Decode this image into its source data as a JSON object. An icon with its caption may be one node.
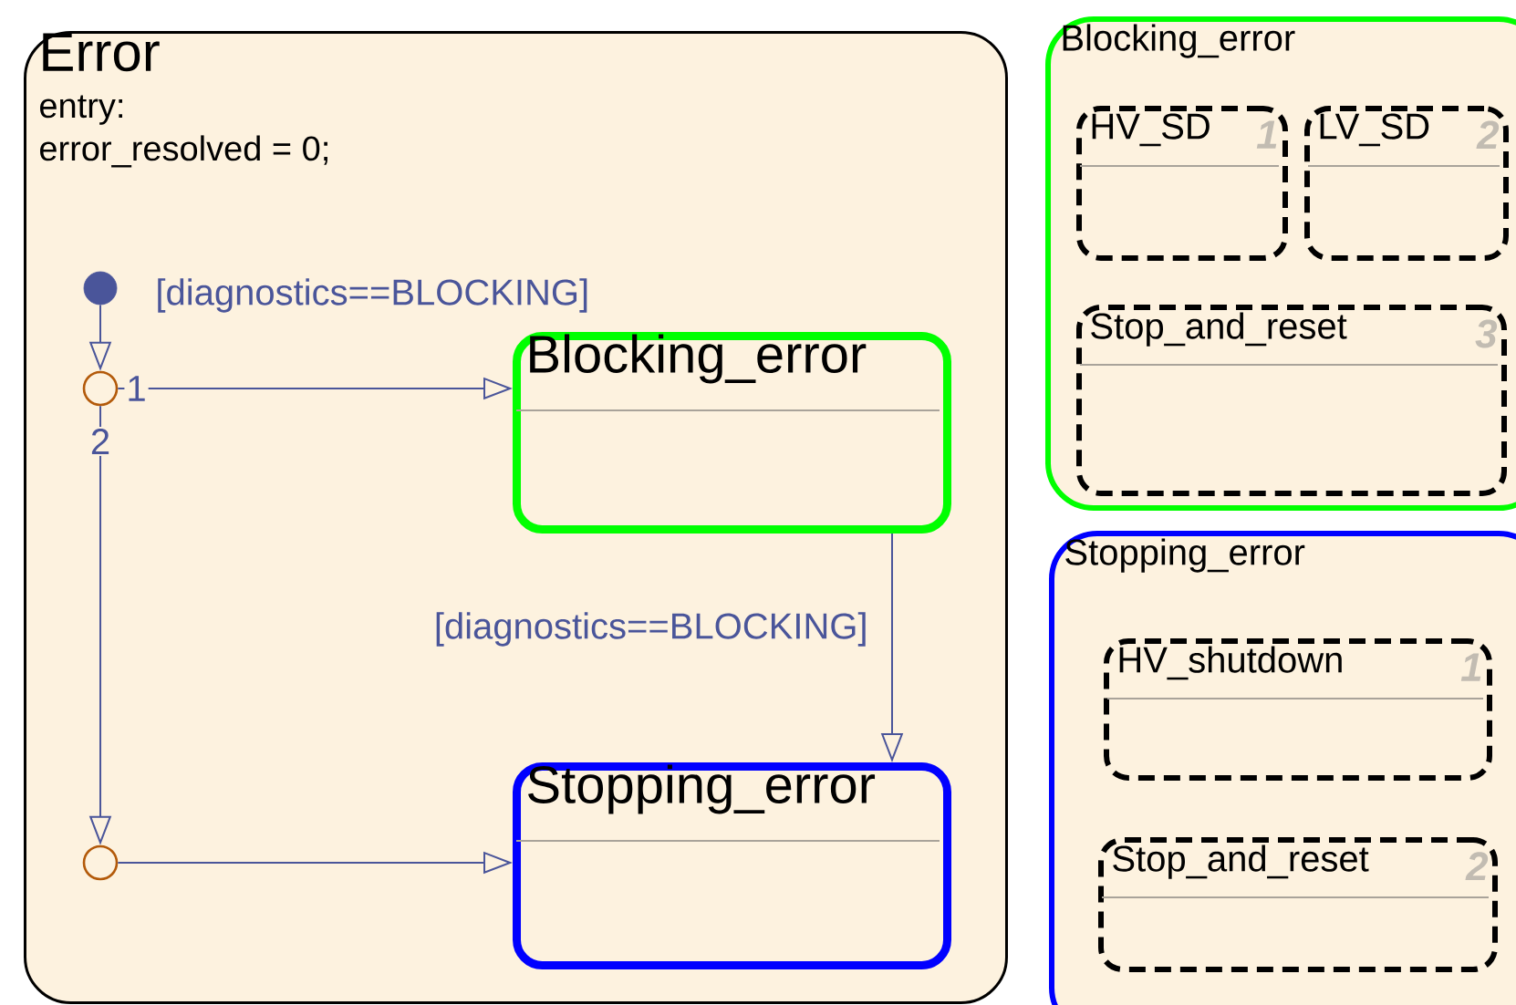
{
  "diagram": {
    "nodes": [
      {
        "text": [
          "Error",
          "entry:",
          "error_resolved = 0;"
        ]
      },
      {
        "text": [],
        "shape": "circle",
        "in": 0
      },
      {
        "text": [],
        "shape": "circle",
        "in": 0
      },
      {
        "text": [
          "Blocking_error"
        ],
        "in": 0
      },
      {
        "text": [],
        "shape": "circle",
        "in": 0
      },
      {
        "text": [
          "Stopping_error"
        ],
        "in": 0
      },
      {
        "text": [
          "Blocking_error"
        ]
      },
      {
        "text": [
          "HV_SD",
          "1"
        ],
        "in": 6
      },
      {
        "text": [
          "LV_SD",
          "2"
        ],
        "in": 6
      },
      {
        "text": [
          "Stop_and_reset",
          "3"
        ],
        "in": 6
      },
      {
        "text": [
          "Stopping_error"
        ]
      },
      {
        "text": [
          "HV_shutdown",
          "1"
        ],
        "in": 10
      },
      {
        "text": [
          "Stop_and_reset",
          "2"
        ],
        "in": 10
      }
    ],
    "edges": [
      {
        "from": 1,
        "to": 2,
        "arrow": "to",
        "label": "[diagnostics==BLOCKING]"
      },
      {
        "from": 2,
        "to": 3,
        "arrow": "to",
        "label": "1"
      },
      {
        "from": 2,
        "to": 4,
        "arrow": "to",
        "label": "2"
      },
      {
        "from": 3,
        "to": 5,
        "arrow": "to",
        "label": "[diagnostics==BLOCKING]"
      },
      {
        "from": 4,
        "to": 5,
        "arrow": "to"
      }
    ]
  }
}
